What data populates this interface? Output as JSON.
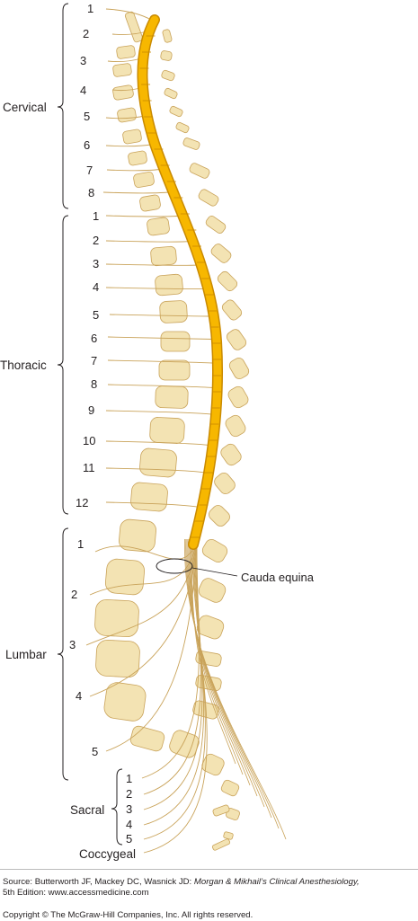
{
  "groups": {
    "cervical": "Cervical",
    "thoracic": "Thoracic",
    "lumbar": "Lumbar",
    "sacral": "Sacral",
    "coccygeal": "Coccygeal"
  },
  "nerve_labels": {
    "cervical": [
      "1",
      "2",
      "3",
      "4",
      "5",
      "6",
      "7",
      "8"
    ],
    "thoracic": [
      "1",
      "2",
      "3",
      "4",
      "5",
      "6",
      "7",
      "8",
      "9",
      "10",
      "11",
      "12"
    ],
    "lumbar": [
      "1",
      "2",
      "3",
      "4",
      "5"
    ],
    "sacral": [
      "1",
      "2",
      "3",
      "4",
      "5"
    ]
  },
  "annotation": "Cauda equina",
  "source": {
    "prefix": "Source: Butterworth JF, Mackey DC, Wasnick JD: ",
    "title": "Morgan & Mikhail’s Clinical Anesthesiology,",
    "line2": "5th Edition: www.accessmedicine.com"
  },
  "copyright": "Copyright © The McGraw-Hill Companies, Inc. All rights reserved.",
  "colors": {
    "cord": "#f7b700",
    "bone": "#f3e3b3",
    "nerve": "#c9a35a",
    "line": "#231f20"
  }
}
